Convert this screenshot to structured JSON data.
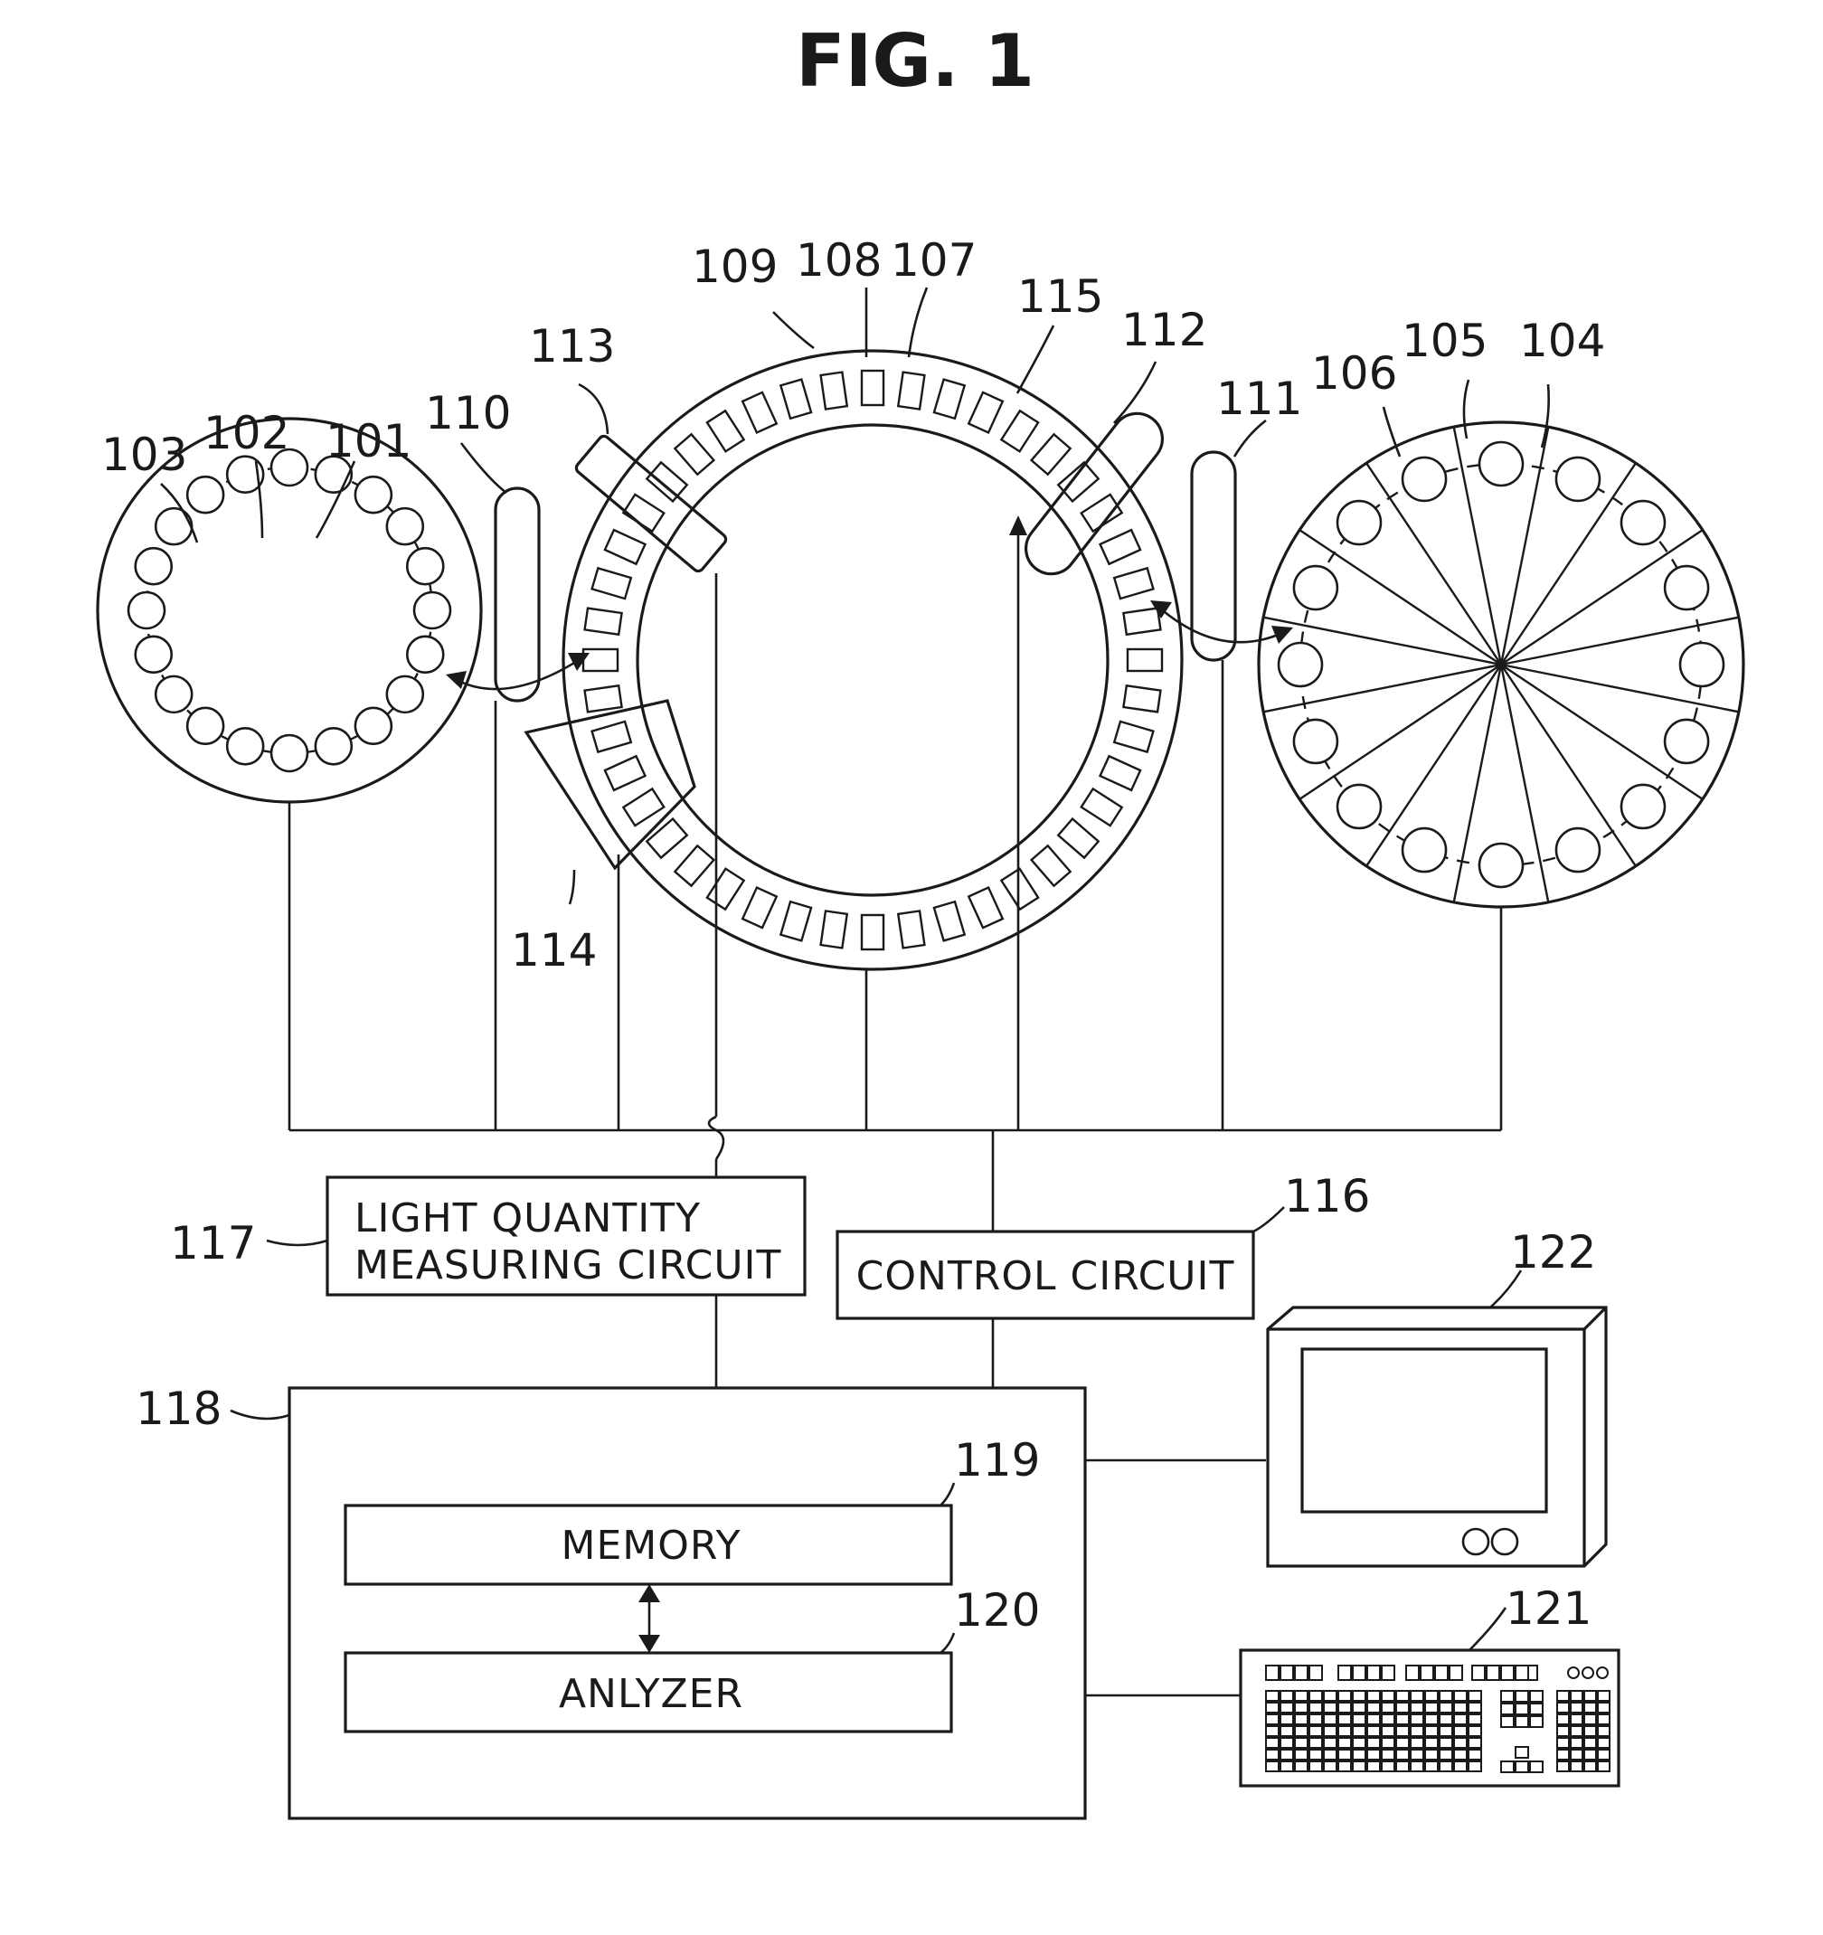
{
  "figure": {
    "title": "FIG. 1"
  },
  "ref_labels": {
    "r101": "101",
    "r102": "102",
    "r103": "103",
    "r104": "104",
    "r105": "105",
    "r106": "106",
    "r107": "107",
    "r108": "108",
    "r109": "109",
    "r110": "110",
    "r111": "111",
    "r112": "112",
    "r113": "113",
    "r114": "114",
    "r115": "115",
    "r116": "116",
    "r117": "117",
    "r118": "118",
    "r119": "119",
    "r120": "120",
    "r121": "121",
    "r122": "122"
  },
  "blocks": {
    "light_quantity_line1": "LIGHT QUANTITY",
    "light_quantity_line2": "MEASURING CIRCUIT",
    "control_circuit": "CONTROL CIRCUIT",
    "memory": "MEMORY",
    "analyzer": "ANLYZER"
  }
}
